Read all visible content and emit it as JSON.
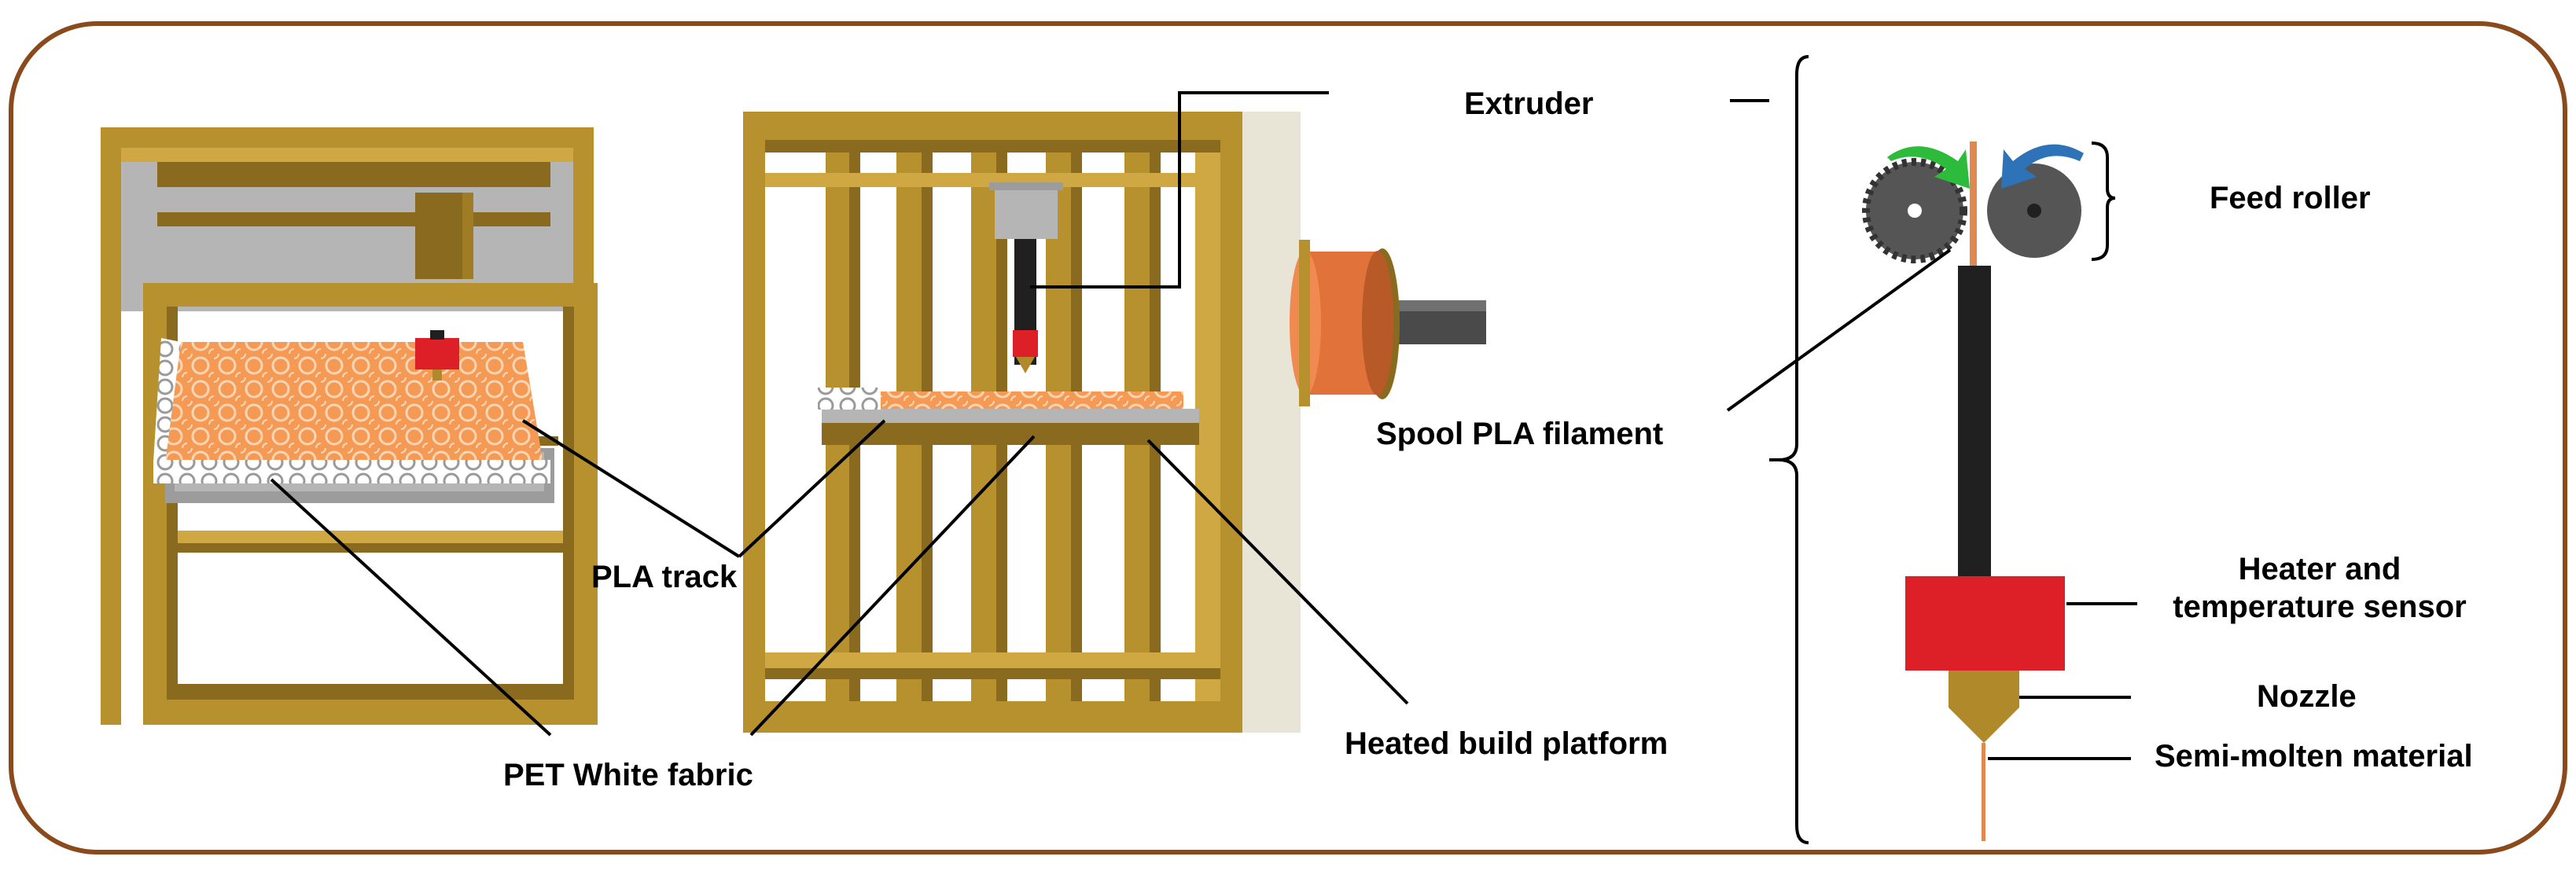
{
  "labels": {
    "extruder": "Extruder",
    "feed_roller": "Feed roller",
    "spool": "Spool PLA filament",
    "pla_track": "PLA track",
    "pet_fabric": "PET White fabric",
    "heated_platform": "Heated build platform",
    "heater_line1": "Heater and",
    "heater_line2": "temperature sensor",
    "nozzle": "Nozzle",
    "semi_molten": "Semi-molten material"
  },
  "colors": {
    "border": "#8b4a1c",
    "frame": "#b8912f",
    "frame_dark": "#8a6a1e",
    "frame_light": "#cfa844",
    "grey_panel": "#b5b5b5",
    "fabric_orange": "#f59a55",
    "spool_orange": "#e0723a",
    "heater_red": "#dd2027",
    "nozzle_gold": "#b08a2a",
    "gear_grey": "#555555",
    "barrel_black": "#202020",
    "arrow_green": "#2dbb3c",
    "arrow_blue": "#2e73b8",
    "filament": "#e0884e"
  }
}
